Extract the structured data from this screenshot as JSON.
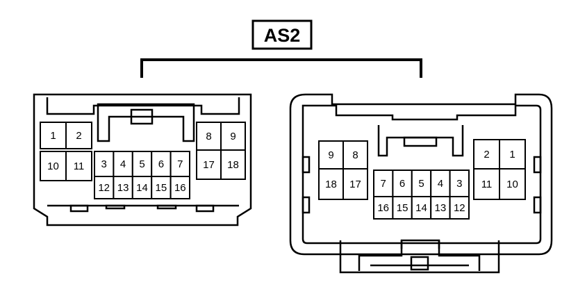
{
  "title": "AS2",
  "left_connector": {
    "top_left": [
      "1",
      "2"
    ],
    "bottom_left": [
      "10",
      "11"
    ],
    "top_middle": [
      "3",
      "4",
      "5",
      "6",
      "7"
    ],
    "bottom_middle": [
      "12",
      "13",
      "14",
      "15",
      "16"
    ],
    "top_right": [
      "8",
      "9"
    ],
    "bottom_right": [
      "17",
      "18"
    ]
  },
  "right_connector": {
    "top_left": [
      "9",
      "8"
    ],
    "bottom_left": [
      "18",
      "17"
    ],
    "top_middle": [
      "7",
      "6",
      "5",
      "4",
      "3"
    ],
    "bottom_middle": [
      "16",
      "15",
      "14",
      "13",
      "12"
    ],
    "top_right": [
      "2",
      "1"
    ],
    "bottom_right": [
      "11",
      "10"
    ]
  }
}
